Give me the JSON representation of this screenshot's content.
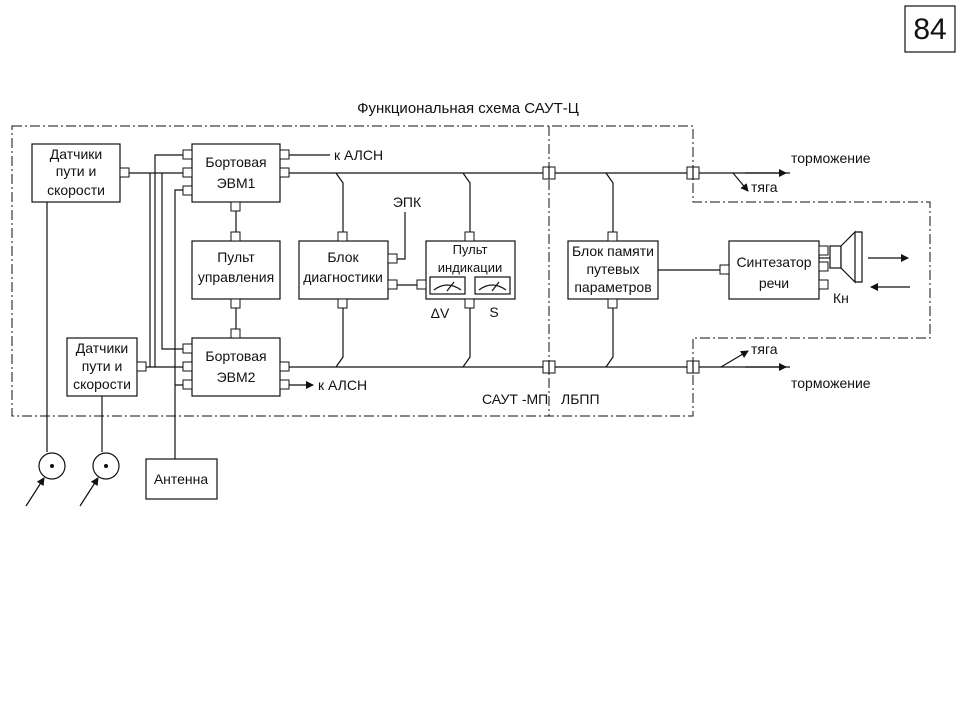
{
  "slide_number": "84",
  "title": "Функциональная схема САУТ-Ц",
  "blocks": {
    "sensors_top": [
      "Датчики",
      "пути и",
      "скорости"
    ],
    "evm1": [
      "Бортовая",
      "ЭВМ1"
    ],
    "control_panel": [
      "Пульт",
      "управления"
    ],
    "evm2": [
      "Бортовая",
      "ЭВМ2"
    ],
    "diagnostics": [
      "Блок",
      "диагностики"
    ],
    "indication": [
      "Пульт",
      "индикации"
    ],
    "memory": [
      "Блок памяти",
      "путевых",
      "параметров"
    ],
    "synth": [
      "Синтезатор",
      "речи"
    ],
    "sensors_bottom": [
      "Датчики",
      "пути и",
      "скорости"
    ],
    "antenna": "Антенна"
  },
  "labels": {
    "alsn_top": "к АЛСН",
    "alsn_bottom": "к АЛСН",
    "epk": "ЭПК",
    "dv": "ΔV",
    "s": "S",
    "braking_top": "торможение",
    "traction_top": "тяга",
    "traction_bottom": "тяга",
    "braking_bottom": "торможение",
    "kn": "Кн",
    "saut_mp": "САУТ -МП",
    "lbpp": "ЛБПП"
  }
}
